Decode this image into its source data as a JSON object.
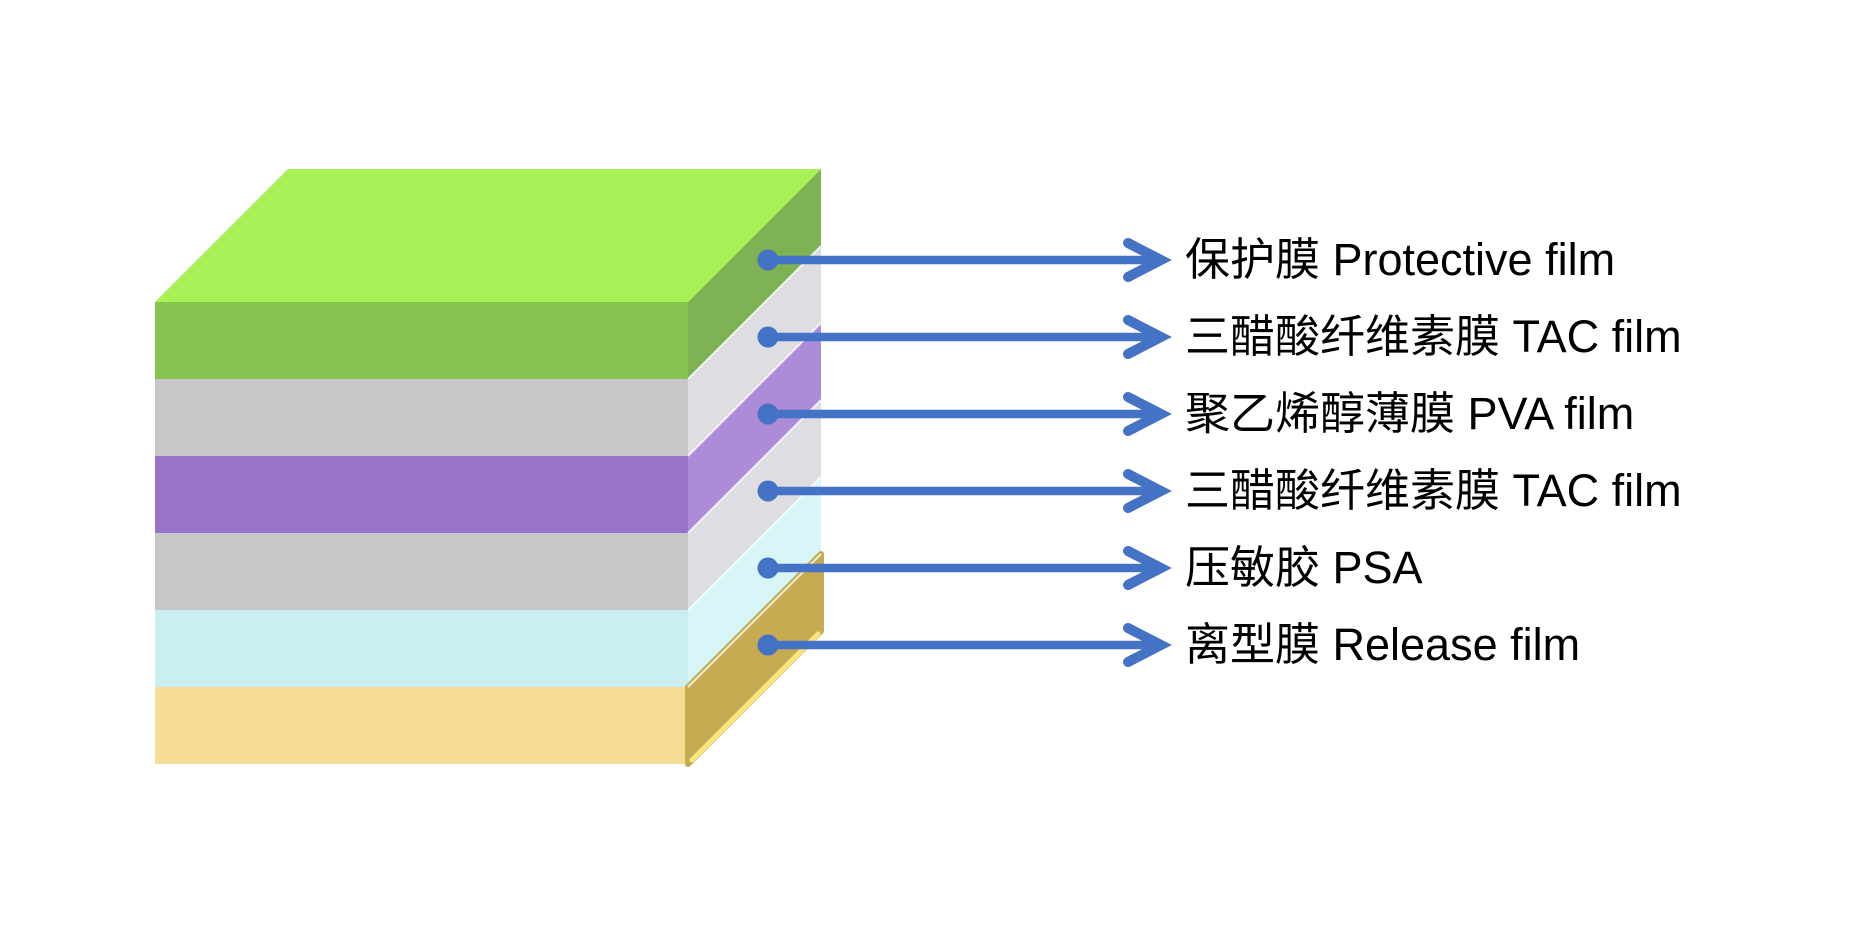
{
  "background": "#ffffff",
  "text_color": "#000000",
  "arrow_color": "#4472c4",
  "layers": [
    {
      "id": "protective-film",
      "label": "保护膜 Protective film",
      "top_color": "#a7f156",
      "front_color": "#85c44f",
      "side_color": "#7eb254"
    },
    {
      "id": "tac-film-upper",
      "label": "三醋酸纤维素膜 TAC film",
      "front_color": "#c7c6c9",
      "side_color": "#dedde2"
    },
    {
      "id": "pva-film",
      "label": "聚乙烯醇薄膜 PVA film",
      "front_color": "#9873c8",
      "side_color": "#ac8bd8"
    },
    {
      "id": "tac-film-lower",
      "label": "三醋酸纤维素膜 TAC film",
      "front_color": "#c7c6c9",
      "side_color": "#dedde2"
    },
    {
      "id": "psa",
      "label": "压敏胶 PSA",
      "front_color": "#c9eff3",
      "side_color": "#d8f5f7"
    },
    {
      "id": "release-film",
      "label": "离型膜 Release film",
      "front_color": "#f6dd96",
      "side_color": "#c7ab52",
      "bottom_edge_color": "#fae87d"
    }
  ]
}
